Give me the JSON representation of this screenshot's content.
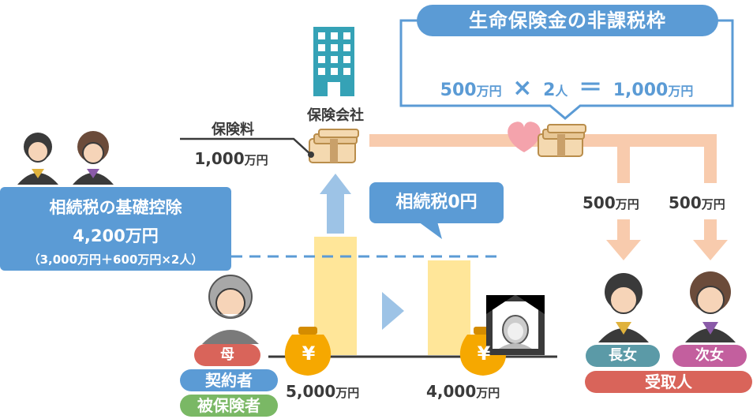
{
  "nontaxable_frame": {
    "title": "生命保険金の非課税枠",
    "per_person": "500",
    "per_person_unit": "万円",
    "times_symbol": "×",
    "heirs": "2",
    "heirs_unit": "人",
    "equals_symbol": "＝",
    "total": "1,000",
    "total_unit": "万円"
  },
  "insurance_company": {
    "label": "保険会社"
  },
  "premium": {
    "label": "保険料",
    "amount": "1,000",
    "unit": "万円"
  },
  "basic_deduction": {
    "title": "相続税の基礎控除",
    "amount": "4,200万円",
    "detail": "（3,000万円＋600万円×2人）"
  },
  "inheritance_tax": {
    "label": "相続税0円"
  },
  "estate": {
    "before": {
      "amount": "5,000",
      "unit": "万円",
      "value": 5000
    },
    "after": {
      "amount": "4,000",
      "unit": "万円",
      "value": 4000
    }
  },
  "payouts": [
    {
      "amount": "500",
      "unit": "万円"
    },
    {
      "amount": "500",
      "unit": "万円"
    }
  ],
  "people": {
    "mother": "母",
    "contractor": "契約者",
    "insured": "被保険者",
    "daughter1": "長女",
    "daughter2": "次女",
    "receiver": "受取人"
  },
  "icons": {
    "yen": "¥",
    "building": "building-icon",
    "money_stack": "money-stack-icon",
    "heart": "heart-icon",
    "money_bag": "money-bag-icon",
    "person": "person-icon",
    "portrait": "memorial-portrait-icon"
  },
  "colors": {
    "blue": "#5b9bd5",
    "light_blue": "#9dc3e6",
    "yellow_bar": "#ffe699",
    "orange_arrow": "#f8cbad",
    "red_pill": "#d9645a",
    "green_pill": "#7ab865",
    "teal_pill": "#5b9aa7",
    "pink_pill": "#c35f9e",
    "gold": "#f4b183",
    "building": "#35a2b6"
  }
}
